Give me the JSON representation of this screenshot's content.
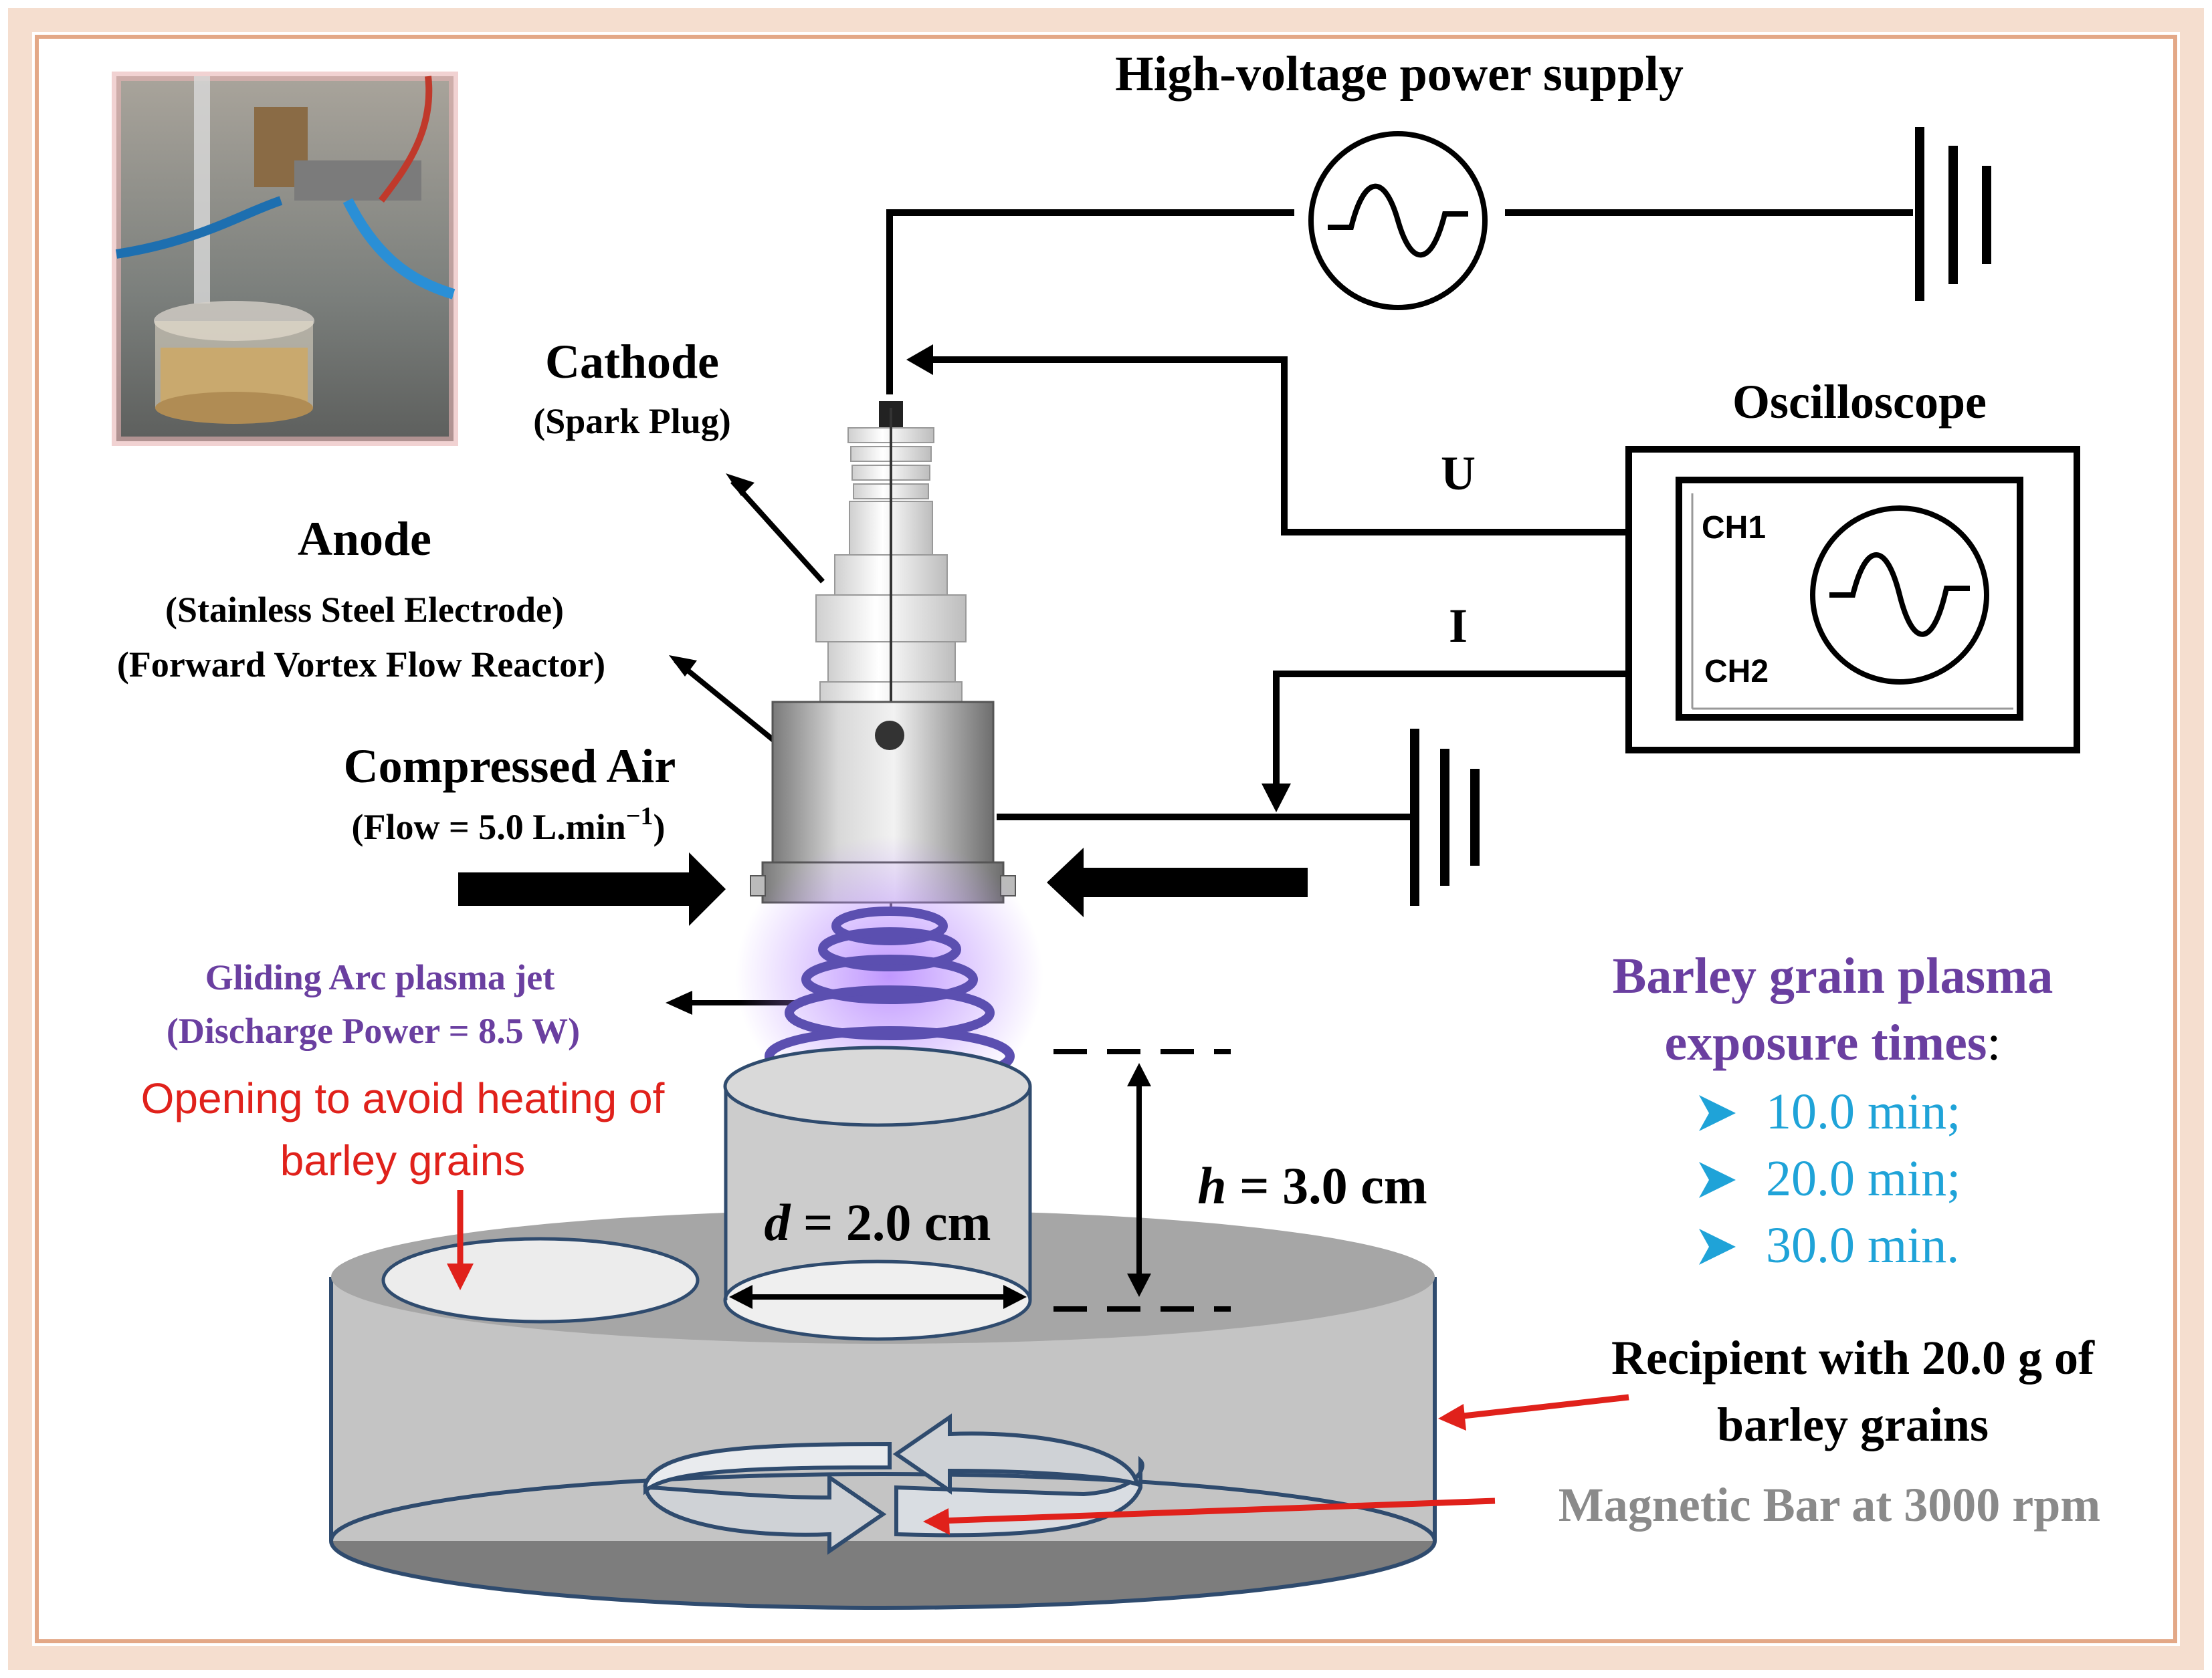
{
  "labels": {
    "power_supply": "High-voltage power supply",
    "cathode": "Cathode",
    "cathode_sub": "(Spark Plug)",
    "anode": "Anode",
    "anode_sub1": "(Stainless Steel Electrode)",
    "anode_sub2": "(Forward Vortex Flow Reactor)",
    "compressed_air": "Compressed Air",
    "flow_prefix": "(Flow = 5.0 L.min",
    "flow_exp": "−1",
    "flow_suffix": ")",
    "oscilloscope": "Oscilloscope",
    "ch1": "CH1",
    "ch2": "CH2",
    "u": "U",
    "i": "I",
    "plasma_jet": "Gliding Arc plasma jet",
    "discharge_power": "(Discharge Power = 8.5 W)",
    "opening_line1": "Opening to avoid heating of",
    "opening_line2": "barley grains",
    "d_var": "d",
    "d_value": " = 2.0 cm",
    "h_var": "h",
    "h_value": " = 3.0 cm",
    "exposure_title1": "Barley grain plasma",
    "exposure_title2": "exposure times",
    "exposure_colon": ":",
    "exposure_times": [
      "10.0 min;",
      "20.0 min;",
      "30.0 min."
    ],
    "recipient_line1": "Recipient with 20.0 g of",
    "recipient_line2": "barley grains",
    "magnetic_bar": "Magnetic Bar at 3000 rpm"
  },
  "icons": {
    "bullet": "arrowhead-bullet-icon",
    "ground": "ground-icon",
    "ac_source": "ac-source-icon"
  },
  "colors": {
    "frame_glow": "#e9b79a",
    "wire": "#000000",
    "plasma": "#5b4fb0",
    "purple_text": "#6a3fa0",
    "red_text": "#e0211b",
    "cyan_text": "#1fa3d8",
    "gray_text": "#8a8a8a",
    "vessel": "#c4c4c4"
  }
}
